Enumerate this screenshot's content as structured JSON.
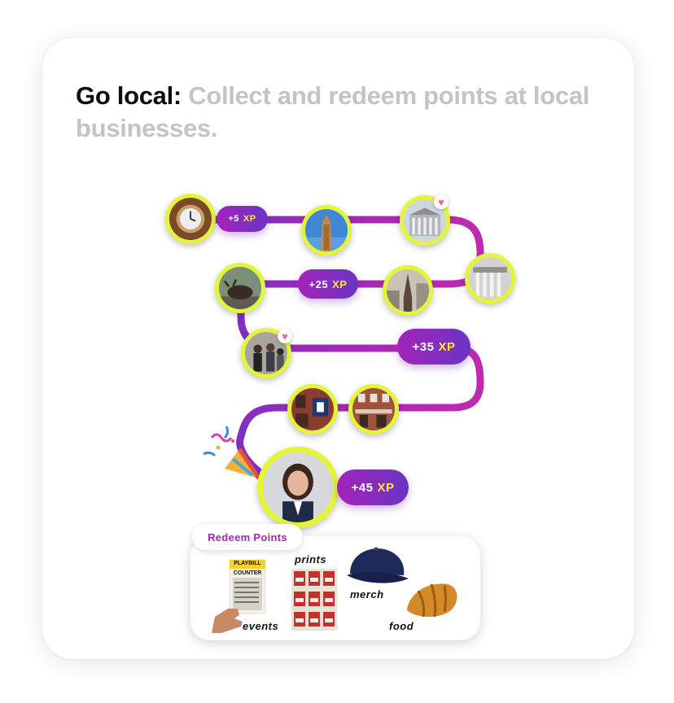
{
  "headline": {
    "lead": "Go local:",
    "rest": "Collect and redeem points at local businesses."
  },
  "rewards": [
    {
      "amount": "+5",
      "unit": "XP"
    },
    {
      "amount": "+25",
      "unit": "XP"
    },
    {
      "amount": "+35",
      "unit": "XP"
    },
    {
      "amount": "+45",
      "unit": "XP"
    }
  ],
  "redeem": {
    "label": "Redeem Points",
    "categories": {
      "events": "events",
      "prints": "prints",
      "merch": "merch",
      "food": "food"
    }
  },
  "playbill": {
    "brand": "PLAYBILL",
    "show": "COUNTER"
  },
  "icons": {
    "favorite": "heart-icon",
    "celebrate": "party-popper-icon"
  },
  "colors": {
    "accent_ring": "#e3f536",
    "path_start": "#a224b8",
    "path_end": "#6b34c4",
    "xp": "#ffe93a",
    "muted_text": "#c4c4c4"
  }
}
